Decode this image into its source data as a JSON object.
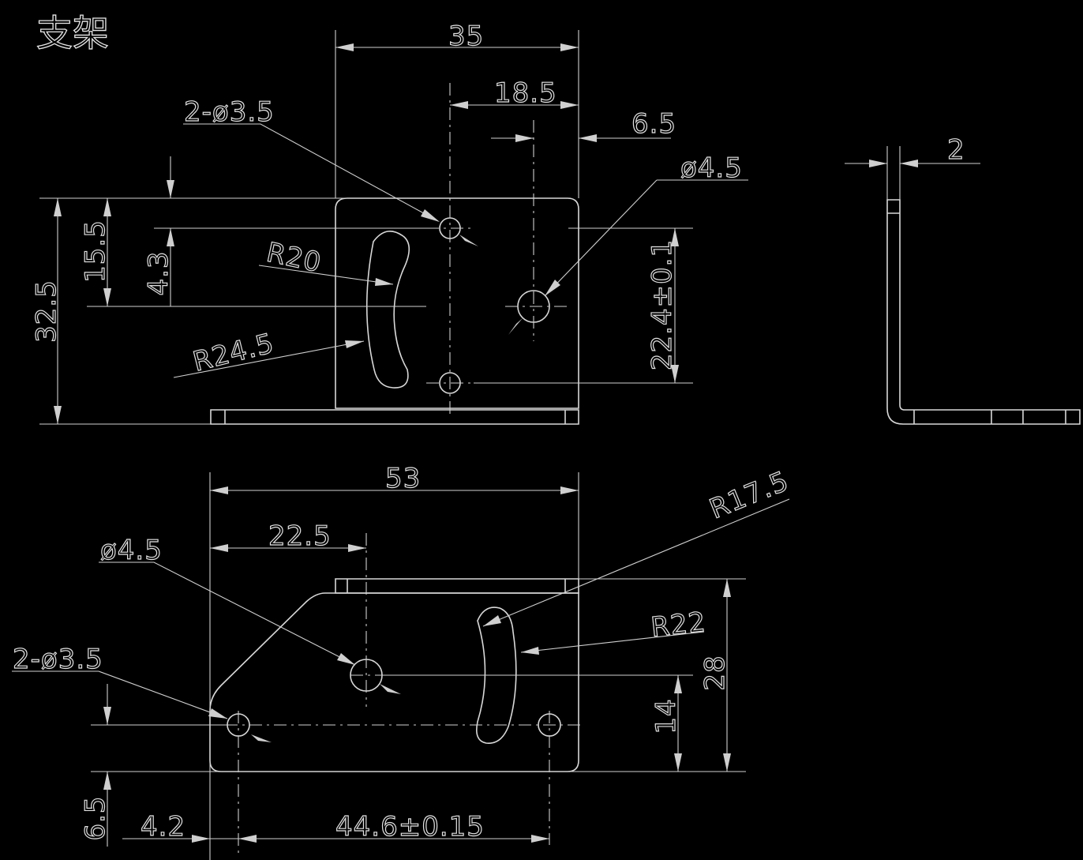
{
  "title": "支架",
  "top_view": {
    "width_35": "35",
    "hole_offset_18_5": "18.5",
    "hole_offset_6_5": "6.5",
    "small_holes": "2-ø3.5",
    "big_hole": "ø4.5",
    "arc_r20": "R20",
    "arc_r24_5": "R24.5",
    "height_32_5": "32.5",
    "height_15_5": "15.5",
    "height_4_3": "4.3",
    "spacing_22_4": "22.4±0.1"
  },
  "side_view": {
    "thickness_2": "2"
  },
  "bottom_view": {
    "width_53": "53",
    "offset_22_5": "22.5",
    "big_hole": "ø4.5",
    "small_holes": "2-ø3.5",
    "arc_r17_5": "R17.5",
    "arc_r22": "R22",
    "height_28": "28",
    "height_14": "14",
    "offset_6_5": "6.5",
    "offset_4_2": "4.2",
    "spacing_44_6": "44.6±0.15"
  }
}
